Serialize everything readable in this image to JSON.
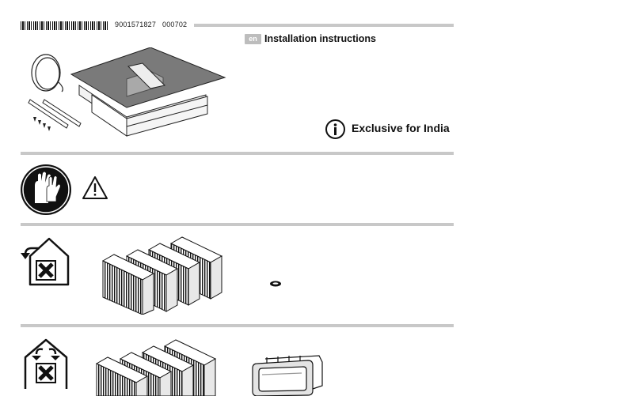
{
  "header": {
    "article_number": "9001571827",
    "revision": "000702",
    "language_code": "en",
    "title": "Installation instructions"
  },
  "market_note": {
    "text": "Exclusive for India",
    "icon": "info-icon"
  },
  "sections": [
    {
      "id": "contents",
      "icons": [
        "hose-icon",
        "mounting-brackets-icon",
        "screws-icon",
        "cooktop-with-downdraft-icon"
      ]
    },
    {
      "id": "safety",
      "icons": [
        "protective-gloves-icon",
        "warning-triangle-icon"
      ]
    },
    {
      "id": "recirculation",
      "icons": [
        "recirculation-mode-icon",
        "filter-blocks-icon",
        "seal-ring-icon"
      ]
    },
    {
      "id": "exhaust",
      "icons": [
        "exhaust-mode-icon",
        "filter-blocks-icon",
        "duct-connector-icon"
      ]
    }
  ],
  "colors": {
    "rule": "#c8c8c8",
    "badge": "#bdbdbd",
    "ink": "#111111"
  }
}
